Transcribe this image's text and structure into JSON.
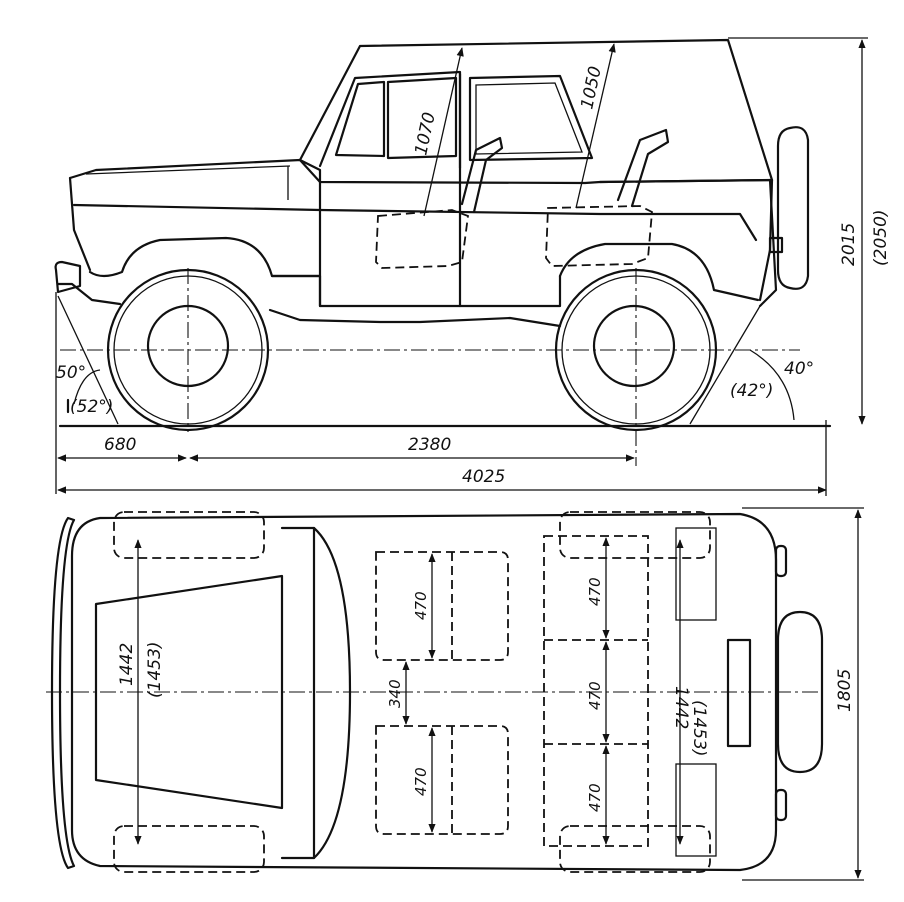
{
  "side_view": {
    "dims": {
      "front_overhang": "680",
      "wheelbase": "2380",
      "overall_length": "4025",
      "height": "2015",
      "height_alt": "(2050)",
      "front_seat_headroom": "1070",
      "rear_seat_headroom": "1050",
      "approach_angle": "50°",
      "approach_angle_alt": "(52°)",
      "departure_angle": "40°",
      "departure_angle_alt": "(42°)"
    }
  },
  "top_view": {
    "dims": {
      "front_track": "1442",
      "front_track_alt": "(1453)",
      "rear_track": "1442",
      "rear_track_alt": "(1453)",
      "overall_width": "1805",
      "front_seat_gap": "340",
      "front_seat_left_width": "470",
      "front_seat_right_width": "470",
      "rear_seat_left_width": "470",
      "rear_seat_middle_width": "470",
      "rear_seat_right_width": "470"
    }
  }
}
